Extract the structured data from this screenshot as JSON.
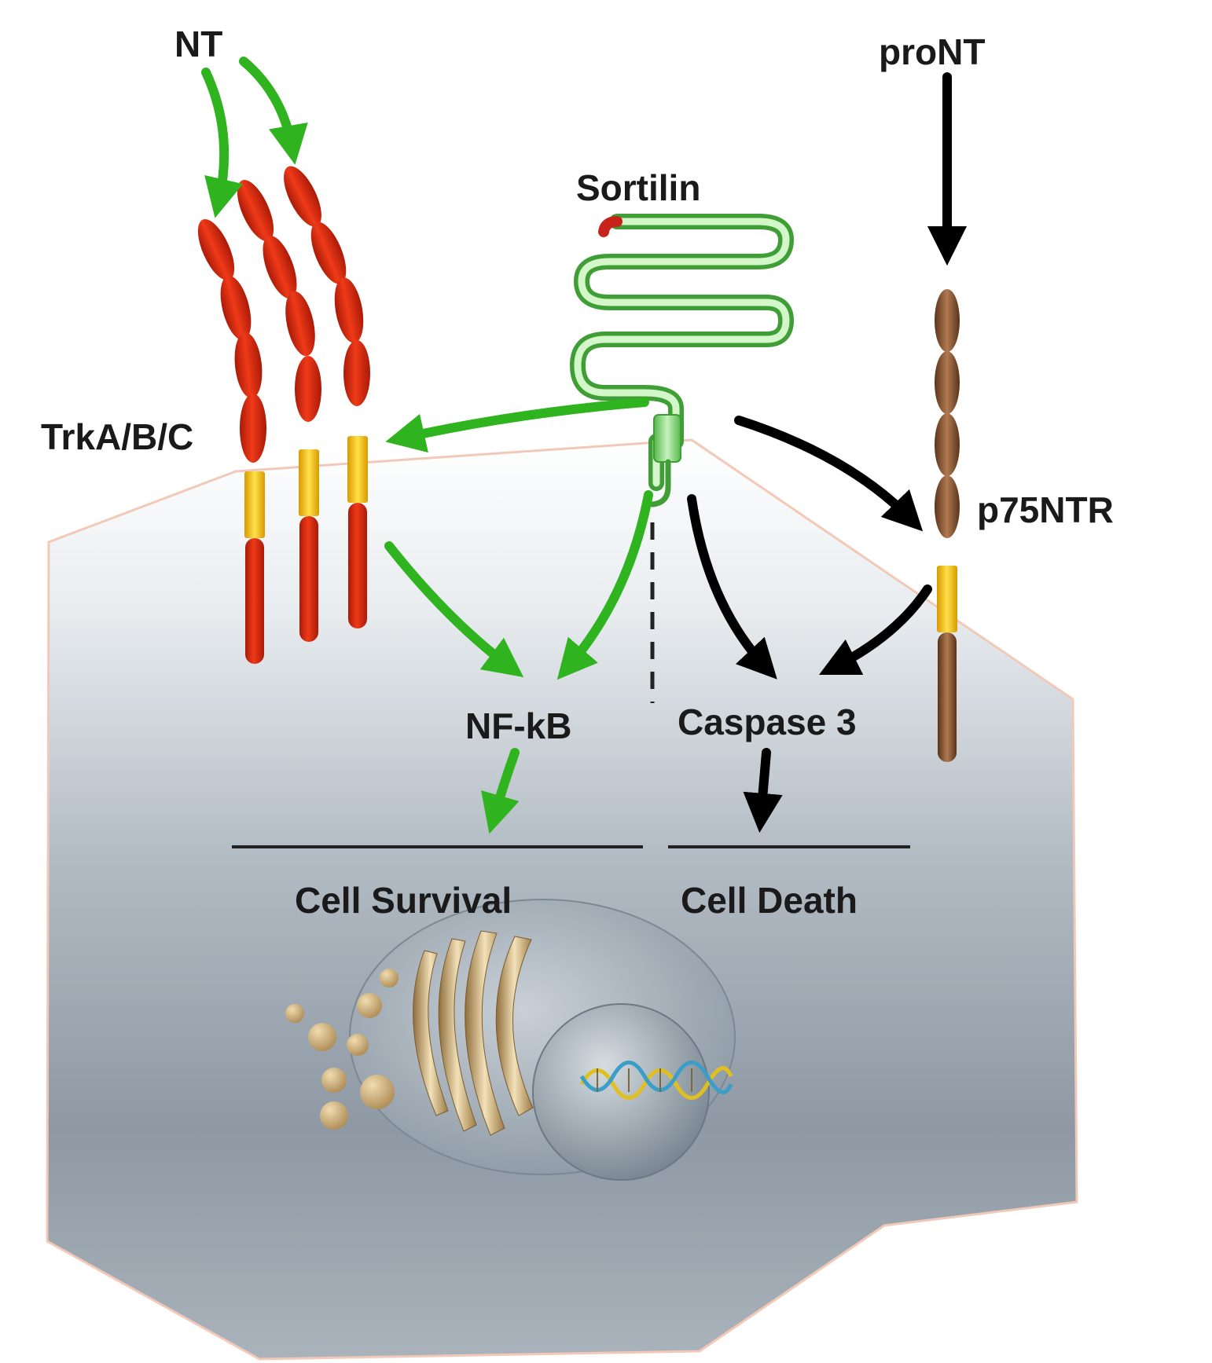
{
  "labels": {
    "nt": "NT",
    "pront": "proNT",
    "sortilin": "Sortilin",
    "trk": "TrkA/B/C",
    "p75": "p75NTR",
    "nfkb": "NF-kB",
    "caspase": "Caspase 3",
    "survival": "Cell Survival",
    "death": "Cell Death"
  },
  "colors": {
    "survival_arrow": "#2fb31f",
    "death_arrow": "#000000",
    "trk_receptor": "#d42a10",
    "transmembrane": "#f2c200",
    "p75_receptor": "#7a4a2a",
    "sortilin": "#7fd870",
    "cell_body": "#8f9aa5",
    "nucleus": "#9aa6b1"
  },
  "icons": [
    "golgi-icon",
    "vesicle-icon",
    "dna-helix-icon"
  ]
}
